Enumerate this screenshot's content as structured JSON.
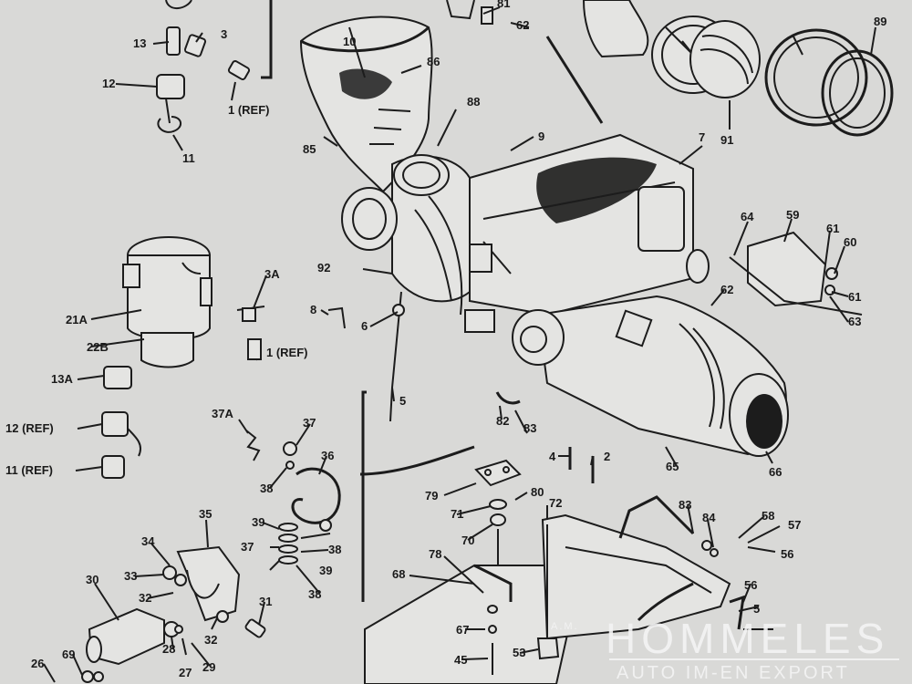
{
  "diagram": {
    "callouts": [
      "13",
      "3",
      "12",
      "1 (REF)",
      "11",
      "10",
      "86",
      "81",
      "62",
      "88",
      "9",
      "85",
      "89",
      "91",
      "7",
      "92",
      "64",
      "59",
      "61",
      "60",
      "21A",
      "22B",
      "3A",
      "8",
      "6",
      "1 (REF)",
      "61",
      "62",
      "63",
      "13A",
      "5",
      "82",
      "83",
      "66",
      "65",
      "12 (REF)",
      "37A",
      "37",
      "11 (REF)",
      "38",
      "36",
      "4",
      "2",
      "79",
      "80",
      "71",
      "72",
      "70",
      "83",
      "84",
      "58",
      "57",
      "56",
      "39",
      "37",
      "38",
      "39",
      "38",
      "35",
      "34",
      "33",
      "32",
      "30",
      "31",
      "32",
      "28",
      "27",
      "29",
      "26",
      "69",
      "78",
      "68",
      "67",
      "45",
      "53",
      "56",
      "5"
    ],
    "watermark": {
      "prefix": "A.M.",
      "brand": "HOMMELES",
      "tagline": "AUTO IM-EN EXPORT"
    }
  }
}
